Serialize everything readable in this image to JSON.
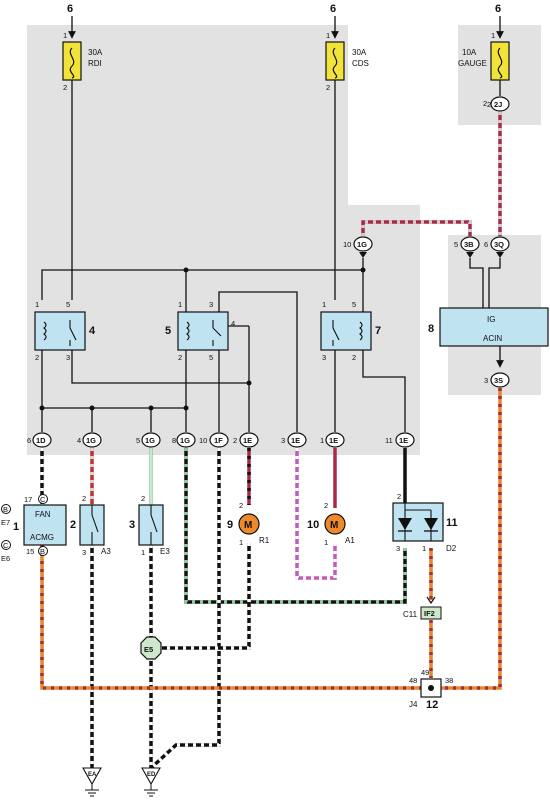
{
  "supply": {
    "fuse1": "6",
    "fuse2": "6",
    "fuse3": "6"
  },
  "fuses": {
    "f1": {
      "rating": "30A",
      "name": "RDI",
      "pin_top": "1",
      "pin_bottom": "2"
    },
    "f2": {
      "rating": "30A",
      "name": "CDS",
      "pin_top": "1",
      "pin_bottom": "2"
    },
    "f3": {
      "rating": "10A",
      "name": "GAUGE",
      "pin_top": "1",
      "pin_bottom": "2"
    }
  },
  "connectors": {
    "c2J": "2J",
    "c1G_top": "1G",
    "c3B": "3B",
    "c3Q": "3Q",
    "c3S": "3S",
    "c1D": "1D",
    "c1G_a": "1G",
    "c1G_b": "1G",
    "c1G_c": "1G",
    "c1F": "1F",
    "c1E_a": "1E",
    "c1E_b": "1E",
    "c1E_c": "1E",
    "c1E_d": "1E"
  },
  "connector_pins": {
    "p2J": "2",
    "p1G_top": "10",
    "p3B": "5",
    "p3Q": "6",
    "p3S": "3",
    "p1D": "6",
    "p1G_a": "4",
    "p1G_b": "5",
    "p1G_c": "8",
    "p1F": "10",
    "p1E_a": "2",
    "p1E_b": "3",
    "p1E_c": "1",
    "p1E_d": "11"
  },
  "relays": {
    "r4": {
      "num": "4",
      "p1": "1",
      "p2": "2",
      "p3": "3",
      "p5": "5"
    },
    "r5": {
      "num": "5",
      "p1": "1",
      "p2": "2",
      "p3": "3",
      "p4": "4",
      "p5": "5"
    },
    "r7": {
      "num": "7",
      "p1": "1",
      "p2": "2",
      "p3": "3",
      "p5": "5"
    }
  },
  "ecu": {
    "num": "8",
    "line1": "IG",
    "line2": "ACIN"
  },
  "acmg": {
    "num": "1",
    "line1": "FAN",
    "line2": "ACMG",
    "pin_top": "17",
    "pin_bottom": "15",
    "pin_top_letter": "C",
    "pin_bottom_letter": "B",
    "side_top_letter": "B",
    "side_top_code": "E7",
    "side_bottom_letter": "C",
    "side_bottom_code": "E6"
  },
  "switches": {
    "s2": {
      "num": "2",
      "code": "A3",
      "p_top": "2",
      "p_bottom": "3"
    },
    "s3": {
      "num": "3",
      "code": "E3",
      "p_top": "2",
      "p_bottom": "1"
    }
  },
  "motors": {
    "m9": {
      "num": "9",
      "code": "R1",
      "glyph": "M",
      "p_top": "2",
      "p_bottom": "1"
    },
    "m10": {
      "num": "10",
      "code": "A1",
      "glyph": "M",
      "p_top": "2",
      "p_bottom": "1"
    }
  },
  "diode": {
    "num": "11",
    "code": "D2",
    "p_top": "2",
    "p_left": "3",
    "p_right": "1"
  },
  "connector_c11": {
    "code": "C11",
    "label": "IF2"
  },
  "splice_e5": {
    "label": "E5"
  },
  "joint": {
    "num": "12",
    "code": "J4",
    "p_top": "49",
    "p_left": "48",
    "p_right": "38"
  },
  "grounds": {
    "ea": "EA",
    "ed": "ED"
  },
  "colors": {
    "panel": "#e2e2e2",
    "fuse_yellow": "#f2e33a",
    "relay_blue": "#bfe3f0",
    "motor_orange": "#ee8a2a",
    "splice_green": "#cde8cb",
    "wire_red": "#a82a48",
    "wire_orange": "#e08a2a",
    "wire_green": "#8fcf9a",
    "wire_purple": "#c25ab8"
  }
}
